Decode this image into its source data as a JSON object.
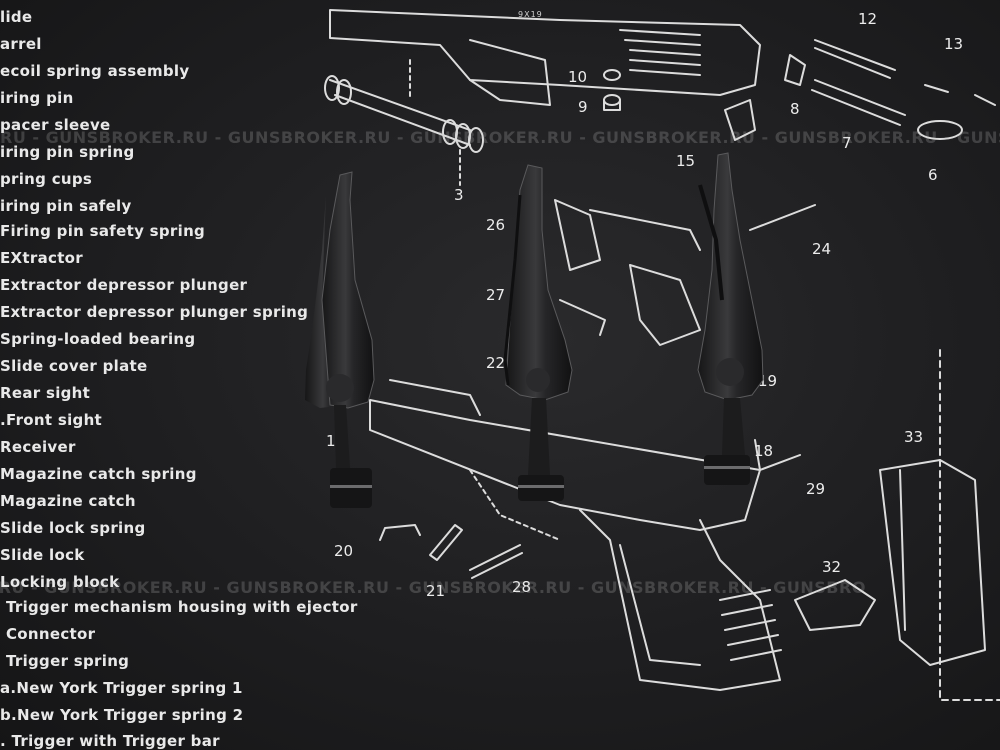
{
  "legend": [
    "lide",
    "arrel",
    "ecoil spring assembly",
    "iring pin",
    "pacer sleeve",
    "iring pin spring",
    "pring cups",
    "iring pin safely",
    "Firing pin safety spring",
    "EXtractor",
    "Extractor depressor plunger",
    "Extractor depressor plunger spring",
    "Spring-loaded bearing",
    "Slide cover plate",
    "Rear sight",
    ".Front sight",
    "Receiver",
    "Magazine catch spring",
    "Magazine catch",
    "Slide lock spring",
    "Slide lock",
    "Locking block",
    "Trigger mechanism housing with ejector",
    "Connector",
    "Trigger spring",
    "a.New York Trigger spring 1",
    "b.New York Trigger spring 2",
    ". Trigger with Trigger bar"
  ],
  "part_numbers": {
    "n3": "3",
    "n6": "6",
    "n7": "7",
    "n8": "8",
    "n9": "9",
    "n10": "10",
    "n12": "12",
    "n13": "13",
    "n15": "15",
    "n18": "18",
    "n19": "19",
    "n20": "20",
    "n21": "21",
    "n22": "22",
    "n24": "24",
    "n26": "26",
    "n27": "27",
    "n28": "28",
    "n29": "29",
    "n32": "32",
    "n33": "33",
    "n1x": "1"
  },
  "slide_marking": "9X19",
  "watermark": "RU - GUNSBROKER.RU - GUNSBROKER.RU - GUNSBROKER.RU - GUNSBROKER.RU - GUNSBROKER.RU - GUNSBR",
  "watermark_bottom": ".RU - GUNSBROKER.RU - GUNSBROKER.RU - GUNSBROKER.RU - GUNSBROKER.RU - GUNSBRO",
  "colors": {
    "mat": "#1e1e20",
    "ink": "#e8e8e8",
    "metal": "#2b2b2d",
    "metal_highlight": "#8a8a8c"
  }
}
